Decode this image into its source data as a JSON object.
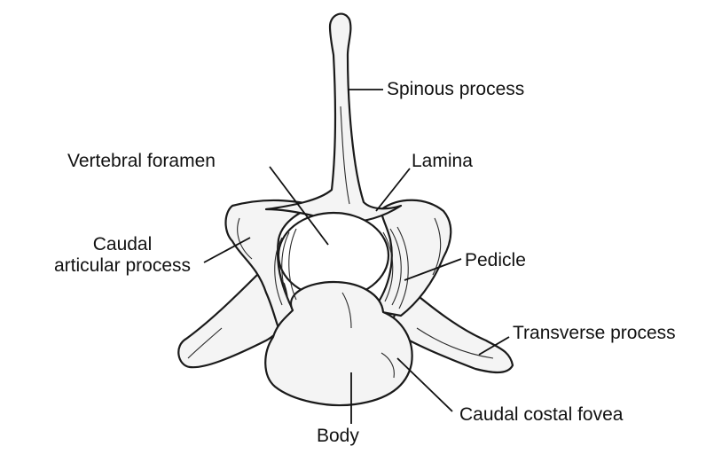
{
  "labels": {
    "spinous_process": "Spinous process",
    "vertebral_foramen": "Vertebral foramen",
    "lamina": "Lamina",
    "caudal_line1": "Caudal",
    "caudal_line2": "articular process",
    "pedicle": "Pedicle",
    "transverse_process": "Transverse process",
    "caudal_costal_fovea": "Caudal costal fovea",
    "body": "Body"
  }
}
